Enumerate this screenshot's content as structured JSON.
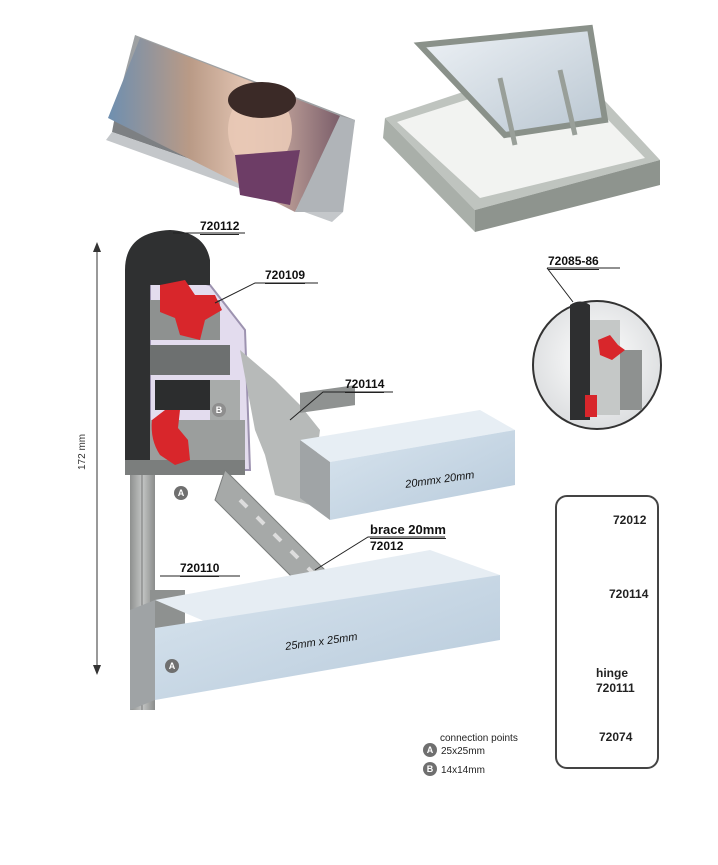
{
  "labels": {
    "top_profile": "720112",
    "inner_profile": "720109",
    "brace_connector": "720114",
    "bottom_profile": "720110",
    "brace_line1": "brace 20mm",
    "brace_line2": "72012",
    "detail_callout": "72085-86"
  },
  "dimensions": {
    "height": "172 mm",
    "tube_upper": "20mmx 20mm",
    "tube_lower": "25mm x 25mm"
  },
  "connection_badges": {
    "a": "A",
    "b": "B"
  },
  "legend": {
    "title": "connection points",
    "items": [
      {
        "badge": "A",
        "text": "25x25mm"
      },
      {
        "badge": "B",
        "text": "14x14mm"
      }
    ]
  },
  "parts": [
    {
      "line1": "72012",
      "line2": ""
    },
    {
      "line1": "720114",
      "line2": ""
    },
    {
      "line1": "hinge",
      "line2": "720111"
    },
    {
      "line1": "72074",
      "line2": ""
    }
  ],
  "colors": {
    "aluminium": "#a9abaa",
    "aluminium_dark": "#6b6d6c",
    "gasket_black": "#2a2a2a",
    "hinge_red": "#d8262b",
    "panel_lilac": "#e3dcee",
    "foam_blue": "#c9d9e6"
  }
}
